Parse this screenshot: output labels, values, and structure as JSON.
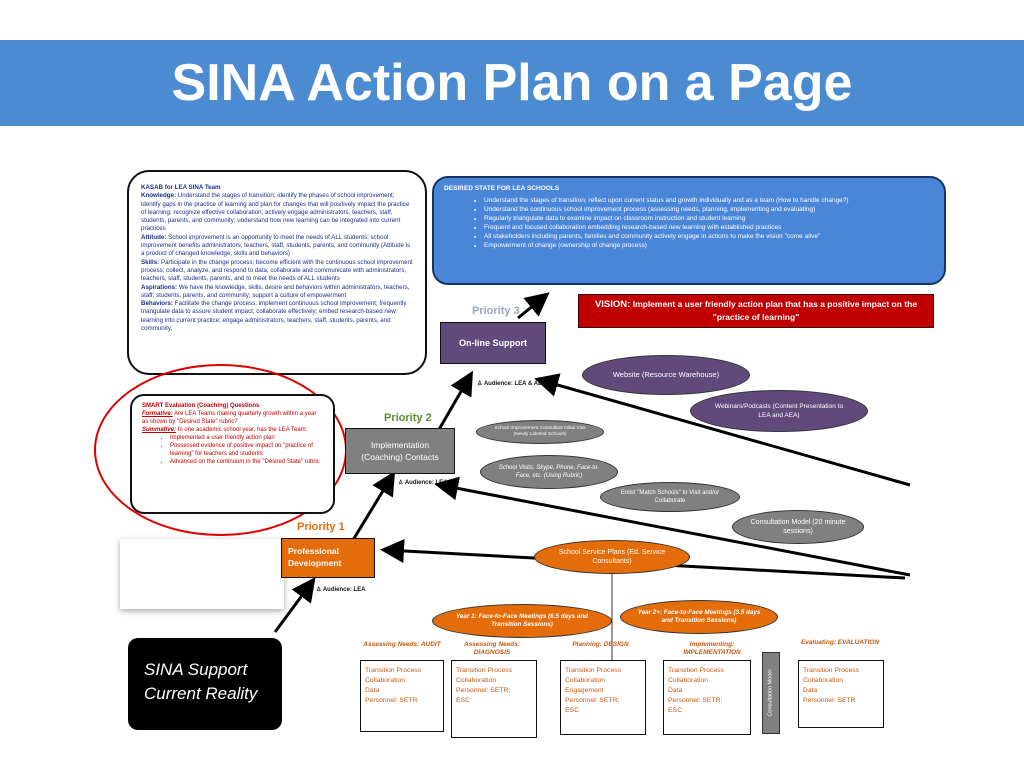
{
  "slide": {
    "title": "SINA Action Plan on a Page"
  },
  "kasab": {
    "heading": "KASAB for LEA SINA Team",
    "items": [
      {
        "label": "Knowledge:",
        "text": "Understand the stages of transition; identify the phases of school improvement; identify gaps in the practice of learning and plan for changes that will positively impact the practice of learning; recognize effective collaboration; actively engage administrators, teachers, staff, students, parents, and community; understand how new learning can be integrated into current practices"
      },
      {
        "label": "Attitude:",
        "text": "School improvement is an opportunity to meet the needs of ALL students; school improvement benefits administrators, teachers, staff, students, parents, and community (Attitude is a product of changed knowledge, skills and behaviors)"
      },
      {
        "label": "Skills:",
        "text": "Participate in the change process; become efficient with the continuous school improvement process; collect, analyze, and respond to data; collaborate and communicate with administrators, teachers, staff, students, parents, and to meet the needs of ALL students"
      },
      {
        "label": "Aspirations:",
        "text": "We have the knowledge, skills, desire and behaviors within administrators, teachers, staff, students, parents, and community; support a culture of empowerment"
      },
      {
        "label": "Behaviors:",
        "text": "Facilitate the change process; implement continuous school improvement; frequently triangulate data to assure student impact; collaborate effectively; embed research-based new learning into current practice; engage administrators, teachers, staff, students, parents, and community."
      }
    ]
  },
  "desired": {
    "heading": "DESIRED STATE FOR LEA SCHOOLS",
    "items": [
      "Understand the stages of transition; reflect upon current status and growth individually and as a team (How to handle change?)",
      "Understand the continuous school improvement process (assessing needs, planning, implementing and evaluating)",
      "Regularly triangulate data to examine impact on classroom instruction and student learning",
      "Frequent and focused collaboration embedding research-based new learning with established practices",
      "All stakeholders including parents, families and community actively engage in actions to make the vision \"come alive\"",
      "Empowerment of change (ownership of change process)"
    ]
  },
  "vision": {
    "label": "VISION:",
    "text": "Implement a user friendly action plan that has a positive impact on the \"practice of learning\""
  },
  "smart": {
    "heading": "SMART Evaluation (Coaching) Questions",
    "formative_label": "Formative:",
    "formative_text": "Are LEA Teams making quarterly growth within a year as shown by \"Desired State\" rubric?",
    "summative_label": "Summative:",
    "summative_text": "In one academic school year, has the LEA Team:",
    "items": [
      "Implemented a user friendly action plan",
      "Possessed evidence of positive impact on \"practice of learning\" for teachers and students",
      "Advanced on the continuum in the \"Desired State\" rubric"
    ]
  },
  "priorities": {
    "p1": "Priority 1",
    "p2": "Priority 2",
    "p3": "Priority 3"
  },
  "boxes": {
    "online": "On-line Support",
    "implementation": "Implementation (Coaching) Contacts",
    "professional": "Professional Development",
    "reality": "SINA Support Current Reality"
  },
  "audiences": {
    "lea_aea": "Audience: LEA & AEA",
    "lea1": "Audience: LEA",
    "lea2": "Audience: LEA"
  },
  "ovals": {
    "website": "Website (Resource Warehouse)",
    "webinars": "Webinars/Podcasts (Content Presentation to LEA and AEA)",
    "initial_visit": "School Improvement Consultant Initial Visit (Newly Labeled Schools)",
    "school_visits": "School Visits: Skype, Phone, Face-to-Face, etc. (Using Rubric)",
    "match": "Enlist \"Match Schools\" to Visit and/or Collaborate",
    "consultation": "Consultation Model (20 minute sessions)",
    "service_plans": "School Service Plans (Ed. Service Consultants)",
    "year1": "Year 1: Face-to-Face Meetings (6.5 days and Transition Sessions)",
    "year2": "Year 2+: Face-to-Face Meetings (3.5 days and Transition Sessions)"
  },
  "stages": [
    {
      "title": "Assessing Needs: AUDIT",
      "lines": [
        "Transition Process",
        "Collaboration",
        "Data",
        "Personnel: SETR"
      ]
    },
    {
      "title": "Assessing Needs: DIAGNOSIS",
      "lines": [
        "Transition Process",
        "Collaboration",
        "Personnel: SETR;",
        "ESC"
      ]
    },
    {
      "title": "Planning: DESIGN",
      "lines": [
        "Transition Process",
        "Collaboration",
        "Engagement",
        "Personnel: SETR;",
        "ESC"
      ]
    },
    {
      "title": "Implementing: IMPLEMENTATION",
      "lines": [
        "Transition Process",
        "Collaboration",
        "Data",
        "Personnel: SETR;",
        "ESC"
      ]
    },
    {
      "title": "Evaluating: EVALUATION",
      "lines": [
        "Transition Process",
        "Collaboration",
        "Data",
        "Personnel: SETR"
      ]
    }
  ],
  "consultation_vertical": "Consultation Model",
  "colors": {
    "banner": "#4a8bd1",
    "desired_bg": "#4a86d8",
    "vision_bg": "#c00000",
    "purple": "#604a7b",
    "gray": "#808080",
    "orange": "#e46c0a",
    "black": "#000000"
  }
}
